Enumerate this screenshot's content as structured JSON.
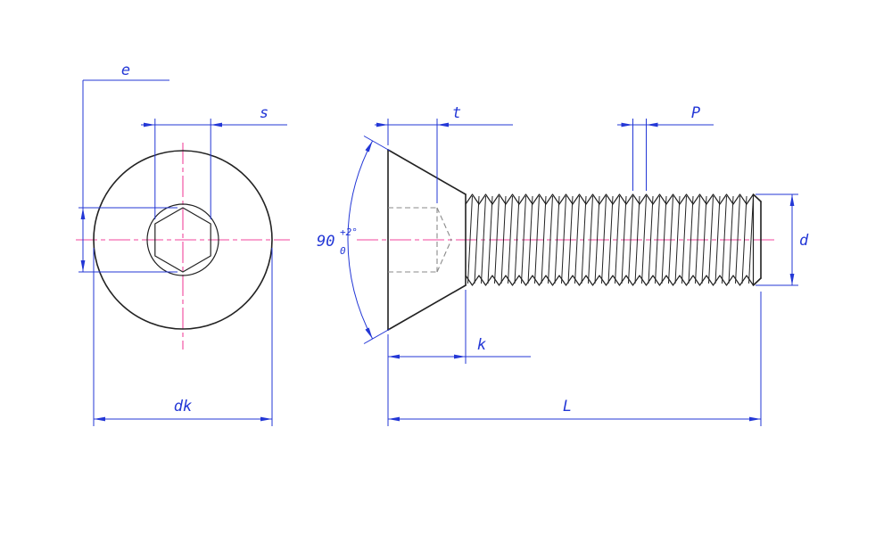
{
  "colors": {
    "outline": "#222222",
    "dimension": "#2337d6",
    "centerline": "#f0459c",
    "hidden": "#8a8a8a",
    "background": "#ffffff"
  },
  "dimensions": {
    "e": "e",
    "s": "s",
    "dk": "dk",
    "t": "t",
    "p": "P",
    "k": "k",
    "l": "L",
    "d": "d",
    "angle": {
      "value": "90",
      "tol_upper": "+2°",
      "tol_lower": "0"
    }
  }
}
